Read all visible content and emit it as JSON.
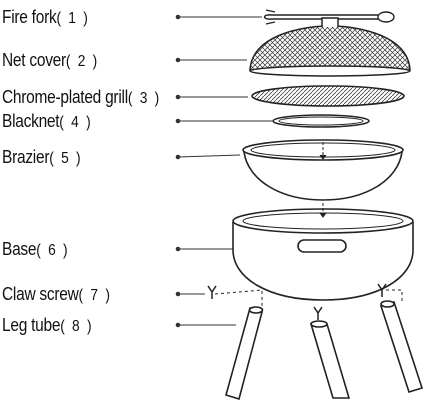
{
  "parts": [
    {
      "name": "Fire fork",
      "number": "( 1 )"
    },
    {
      "name": "Net cover",
      "number": "( 2 )"
    },
    {
      "name": "Chrome-plated grill",
      "number": "( 3 )"
    },
    {
      "name": "Blacknet",
      "number": "( 4 )"
    },
    {
      "name": "Brazier",
      "number": "( 5 )"
    },
    {
      "name": "Base",
      "number": "( 6 )"
    },
    {
      "name": "Claw screw",
      "number": "( 7 )"
    },
    {
      "name": "Leg tube",
      "number": "( 8 )"
    }
  ]
}
